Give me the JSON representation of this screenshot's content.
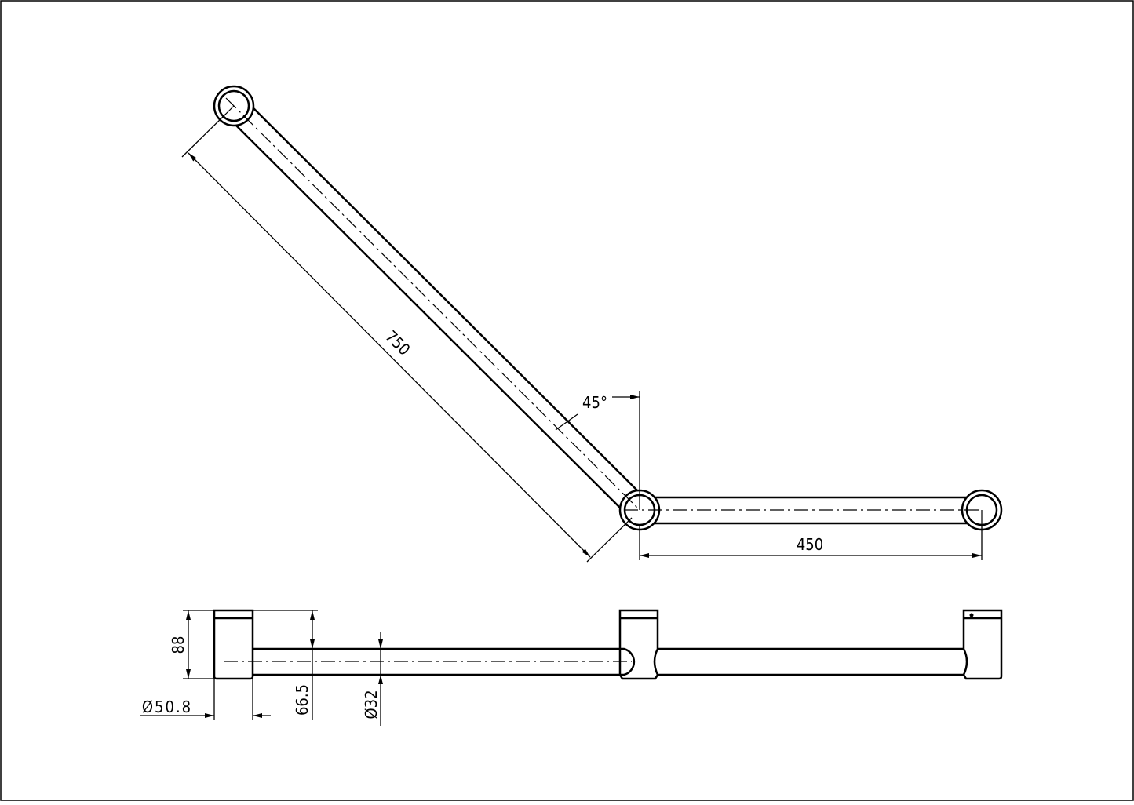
{
  "drawing": {
    "dimensions": {
      "diagonal_length": "750",
      "angle": "45°",
      "horizontal_length": "450",
      "flange_height": "88",
      "bar_offset": "66.5",
      "tube_diameter": "Ø32",
      "flange_diameter": "Ø50.8"
    },
    "colors": {
      "line": "#000000",
      "background": "#ffffff"
    }
  }
}
